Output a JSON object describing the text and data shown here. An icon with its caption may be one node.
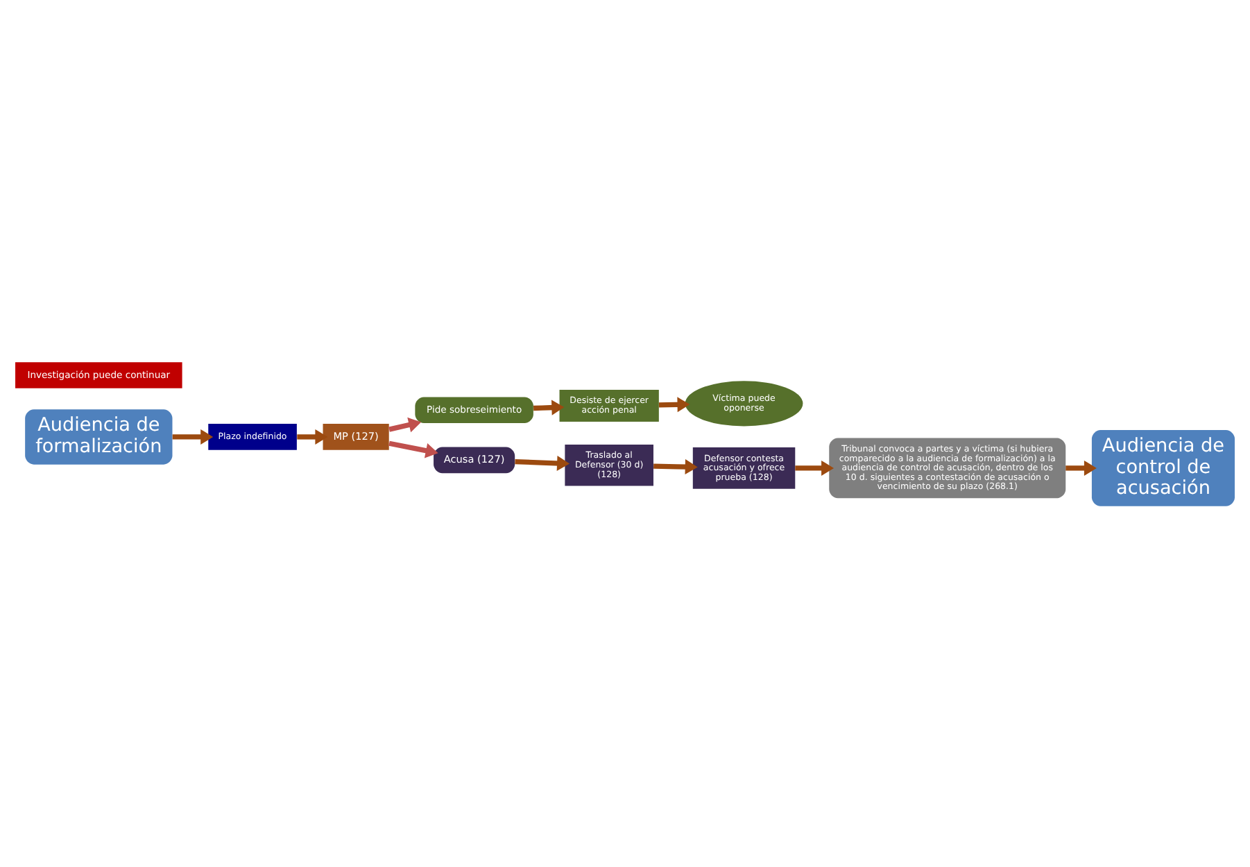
{
  "diagram": {
    "nodes": [
      {
        "text": [
          "Audiencia de formalización"
        ]
      },
      {
        "text": [
          "Plazo indefinido"
        ]
      },
      {
        "text": [
          "MP (127)"
        ]
      },
      {
        "text": [
          "Pide sobreseimiento"
        ]
      },
      {
        "text": [
          "Acusa (127)"
        ]
      },
      {
        "text": [
          "Desiste de ejercer acción penal"
        ]
      },
      {
        "text": [
          "Víctima puede oponerse"
        ]
      },
      {
        "text": [
          "Traslado al Defensor (30 d) (128)"
        ]
      },
      {
        "text": [
          "Defensor contesta acusación y ofrece prueba (128)"
        ]
      },
      {
        "text": [
          "Tribunal convoca a partes y a víctima (si hubiera comparecido a la audiencia de formalización) a la audiencia de control de acusación, dentro de los 10 d. siguientes a contestación de acusación o vencimiento de su plazo (268.1)"
        ]
      },
      {
        "text": [
          "Audiencia de control de acusación"
        ]
      },
      {
        "text": [
          "Investigación puede continuar"
        ]
      }
    ],
    "edges": [
      {
        "from": 0,
        "to": 1,
        "arrow": "to"
      },
      {
        "from": 1,
        "to": 2,
        "arrow": "to"
      },
      {
        "from": 2,
        "to": 3,
        "arrow": "to",
        "color": "#c0504d"
      },
      {
        "from": 2,
        "to": 4,
        "arrow": "to",
        "color": "#c0504d"
      },
      {
        "from": 3,
        "to": 5,
        "arrow": "to"
      },
      {
        "from": 5,
        "to": 6,
        "arrow": "to"
      },
      {
        "from": 4,
        "to": 7,
        "arrow": "to"
      },
      {
        "from": 7,
        "to": 8,
        "arrow": "to"
      },
      {
        "from": 8,
        "to": 9,
        "arrow": "to"
      },
      {
        "from": 9,
        "to": 10,
        "arrow": "to"
      }
    ]
  }
}
